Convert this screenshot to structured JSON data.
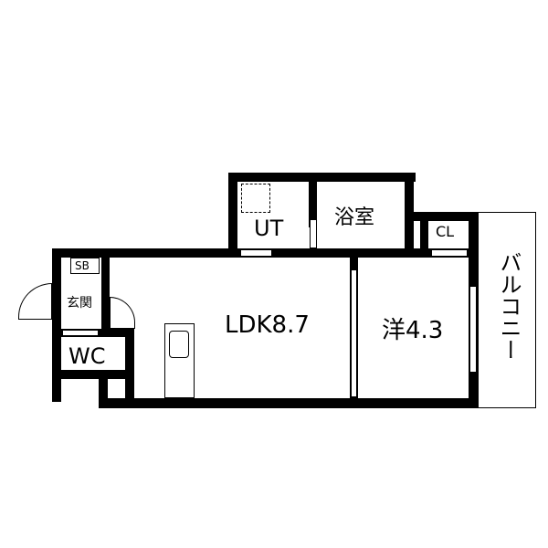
{
  "rooms": {
    "ldk": "LDK8.7",
    "western": "洋4.3",
    "bath": "浴室",
    "ut": "UT",
    "cl": "CL",
    "balcony": "バルコニー",
    "entrance": "玄関",
    "sb": "SB",
    "wc": "WC"
  }
}
